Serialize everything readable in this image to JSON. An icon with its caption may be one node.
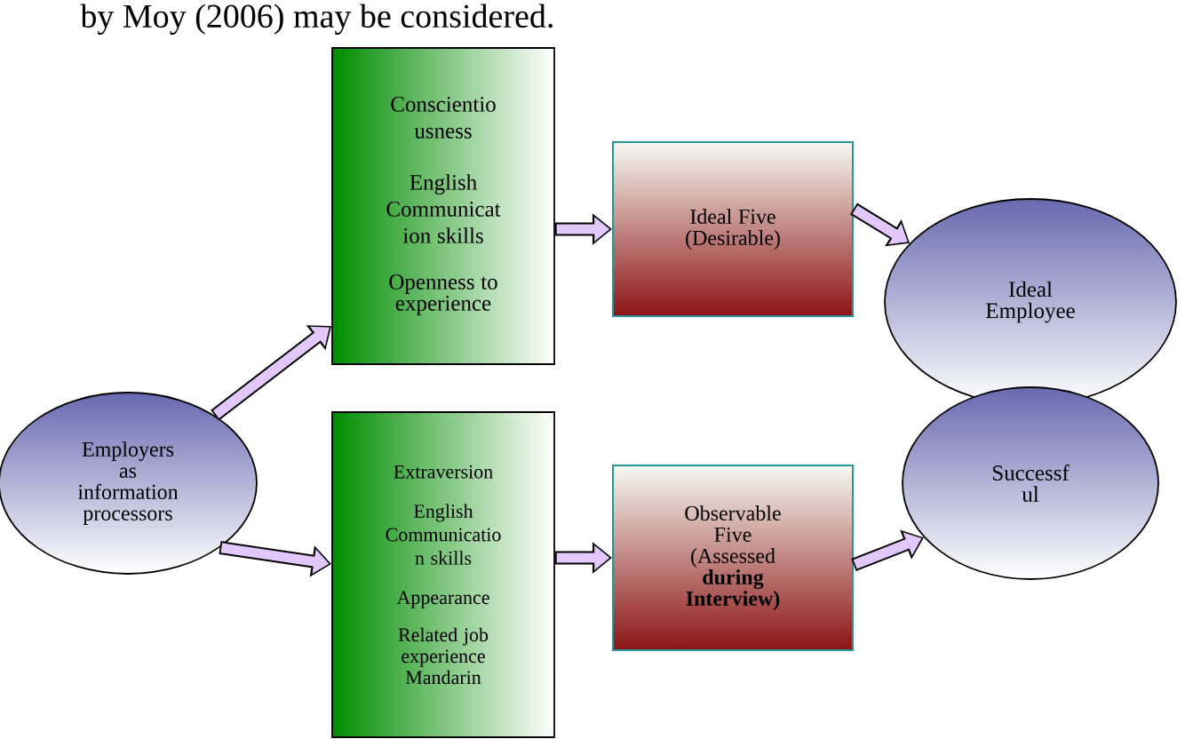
{
  "diagram": {
    "nodes": [
      {
        "text": [
          "Employers as information processors"
        ]
      },
      {
        "text": [
          "Conscientio usness",
          "English Communicat ion skills",
          "Openness to experience"
        ]
      },
      {
        "text": [
          "Extraversion",
          "English Communicatio n skills",
          "Appearance",
          "Related job experience Mandarin"
        ]
      },
      {
        "text": [
          "Ideal Five (Desirable)"
        ]
      },
      {
        "text": [
          "Observable Five (Assessed **during Interview)**"
        ]
      },
      {
        "text": [
          "Ideal Employee"
        ]
      },
      {
        "text": [
          "Successf ul"
        ]
      }
    ],
    "edges": [
      {
        "from": 0,
        "to": 1,
        "arrow": "to"
      },
      {
        "from": 0,
        "to": 2,
        "arrow": "to"
      },
      {
        "from": 1,
        "to": 3,
        "arrow": "to"
      },
      {
        "from": 2,
        "to": 4,
        "arrow": "to"
      },
      {
        "from": 3,
        "to": 5,
        "arrow": "to"
      },
      {
        "from": 4,
        "to": 6,
        "arrow": "to"
      }
    ],
    "labels": [
      "by Moy (2006) may be considered."
    ]
  }
}
